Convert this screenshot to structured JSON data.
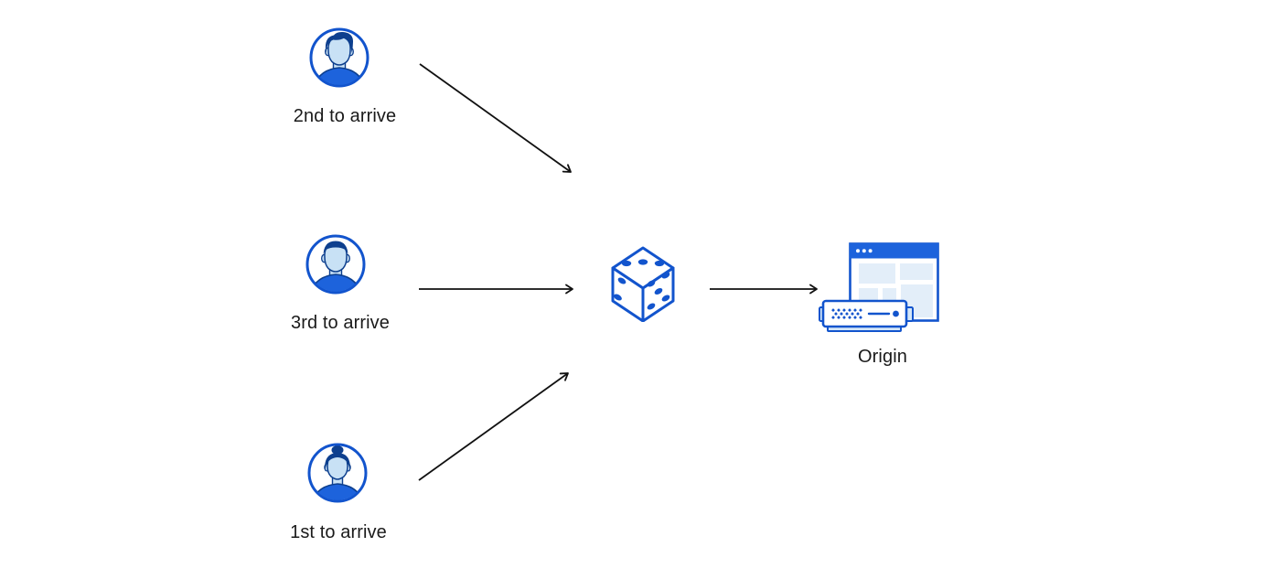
{
  "page": {
    "background": "#ffffff"
  },
  "diagram": {
    "nodes": {
      "user_second": {
        "label": "2nd to arrive",
        "icon": "male-avatar-icon"
      },
      "user_third": {
        "label": "3rd to arrive",
        "icon": "male-avatar-icon"
      },
      "user_first": {
        "label": "1st to arrive",
        "icon": "female-avatar-icon"
      },
      "randomizer": {
        "icon": "dice-icon"
      },
      "origin": {
        "label": "Origin",
        "icon": "origin-server-icon"
      }
    },
    "edges": [
      {
        "from": "2nd to arrive",
        "to": "dice"
      },
      {
        "from": "3rd to arrive",
        "to": "dice"
      },
      {
        "from": "1st to arrive",
        "to": "dice"
      },
      {
        "from": "dice",
        "to": "Origin"
      }
    ],
    "colors": {
      "stroke_blue": "#1254cd",
      "bright_blue": "#1d63dc",
      "dark_blue": "#0d3f8e",
      "light_blue": "#c8e1f5",
      "panel_blue": "#e3eef9",
      "server_light_blue": "#d4e7f8",
      "arrow_black": "#111111",
      "label_text": "#1a1a1a"
    }
  }
}
